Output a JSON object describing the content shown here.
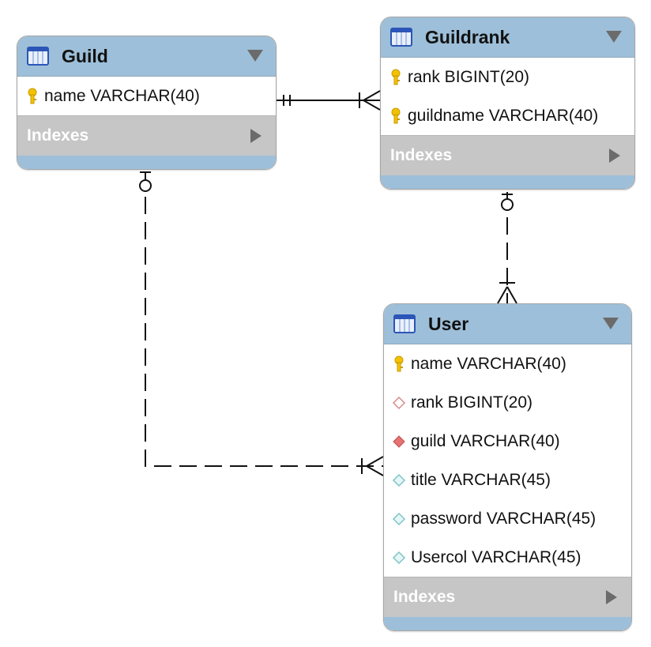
{
  "entities": {
    "guild": {
      "title": "Guild",
      "columns": [
        {
          "label": "name VARCHAR(40)",
          "icon": "primary-key-icon"
        }
      ],
      "indexes_label": "Indexes"
    },
    "guildrank": {
      "title": "Guildrank",
      "columns": [
        {
          "label": "rank BIGINT(20)",
          "icon": "primary-key-icon"
        },
        {
          "label": "guildname VARCHAR(40)",
          "icon": "primary-key-icon"
        }
      ],
      "indexes_label": "Indexes"
    },
    "user": {
      "title": "User",
      "columns": [
        {
          "label": "name VARCHAR(40)",
          "icon": "primary-key-icon"
        },
        {
          "label": "rank BIGINT(20)",
          "icon": "foreign-key-icon"
        },
        {
          "label": "guild VARCHAR(40)",
          "icon": "foreign-key-icon"
        },
        {
          "label": "title VARCHAR(45)",
          "icon": "column-icon"
        },
        {
          "label": "password VARCHAR(45)",
          "icon": "column-icon"
        },
        {
          "label": "Usercol VARCHAR(45)",
          "icon": "column-icon"
        }
      ],
      "indexes_label": "Indexes"
    }
  },
  "relationships": [
    {
      "from": "Guild",
      "to": "Guildrank",
      "style": "solid",
      "cardinality": "one-to-many"
    },
    {
      "from": "Guildrank",
      "to": "User",
      "style": "dashed",
      "cardinality": "zero-or-one-to-many"
    },
    {
      "from": "Guild",
      "to": "User",
      "style": "dashed",
      "cardinality": "zero-or-one-to-many"
    }
  ],
  "colors": {
    "header": "#9dbfd9",
    "indexes": "#c6c6c6",
    "key": "#f2c200",
    "foreign_key": "#e57373",
    "column": "#7fc4c7"
  }
}
